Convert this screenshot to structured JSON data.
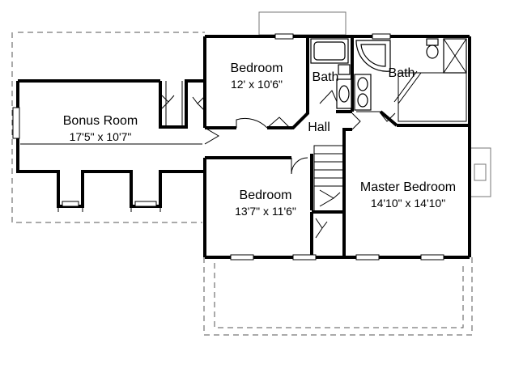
{
  "rooms": {
    "bonus_room": {
      "name": "Bonus Room",
      "dimensions": "17'5\" x 10'7\""
    },
    "bedroom_top": {
      "name": "Bedroom",
      "dimensions": "12' x 10'6\""
    },
    "bath_left": {
      "name": "Bath"
    },
    "bath_right": {
      "name": "Bath"
    },
    "hall": {
      "name": "Hall"
    },
    "bedroom_lower": {
      "name": "Bedroom",
      "dimensions": "13'7\" x 11'6\""
    },
    "master_bedroom": {
      "name": "Master Bedroom",
      "dimensions": "14'10\" x 14'10\""
    }
  }
}
